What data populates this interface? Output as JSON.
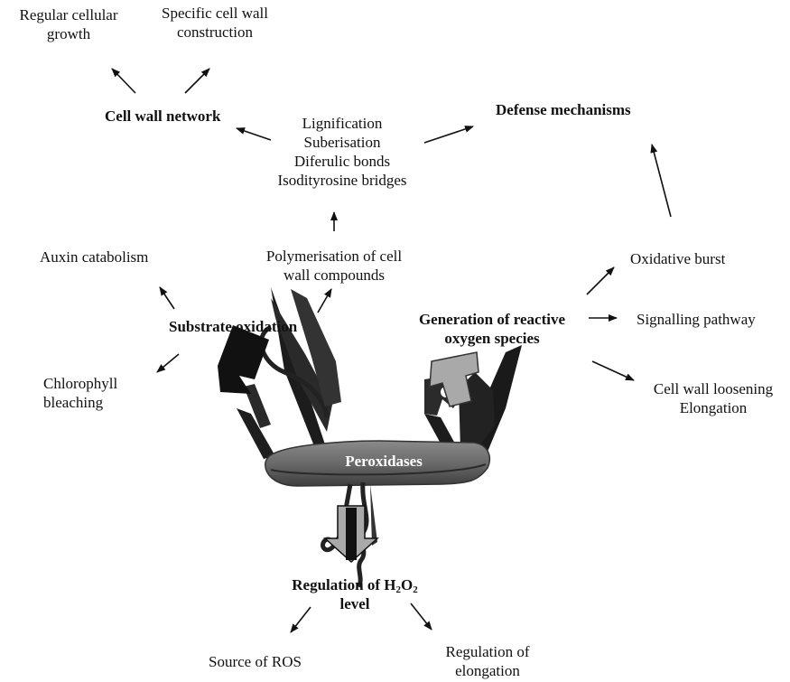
{
  "tool_label": "Peroxidases",
  "cell_wall": {
    "regular_growth": [
      "Regular cellular",
      "growth"
    ],
    "specific_construction": [
      "Specific cell wall",
      "construction"
    ],
    "network": "Cell wall network",
    "processes": [
      "Lignification",
      "Suberisation",
      "Diferulic bonds",
      "Isodityrosine bridges"
    ]
  },
  "defense": "Defense mechanisms",
  "substrate": {
    "title": "Substrate oxidation",
    "auxin": "Auxin catabolism",
    "polymerisation": [
      "Polymerisation of cell",
      "wall compounds"
    ],
    "chlorophyll": [
      "Chlorophyll",
      "bleaching"
    ]
  },
  "ros": {
    "title": [
      "Generation of reactive",
      "oxygen species"
    ],
    "oxidative_burst": "Oxidative burst",
    "signalling": "Signalling pathway",
    "loosening": [
      "Cell wall loosening",
      "Elongation"
    ]
  },
  "h2o2": {
    "title_pre": "Regulation of H",
    "sub1": "2",
    "mid": "O",
    "sub2": "2",
    "title_line2": "level",
    "source_ros": "Source of ROS",
    "elongation": [
      "Regulation of",
      "elongation"
    ]
  },
  "colors": {
    "dark_arrow": "#111111",
    "gray_arrow": "#a9a9a9",
    "knife": "#1c1c1c",
    "handle": "#6e6e6e"
  }
}
